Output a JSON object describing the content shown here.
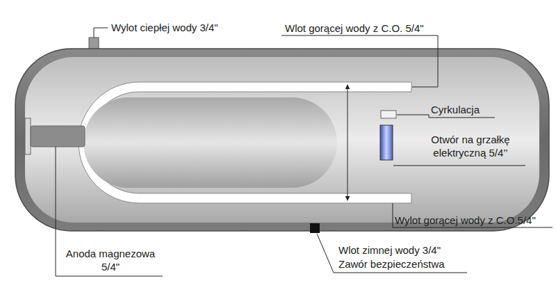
{
  "diagram": {
    "labels": [
      "Wylot ciepłej wody 3/4\"",
      "Wlot gorącej wody z C.O. 5/4\"",
      "Cyrkulacja",
      "Otwór na grzałkę elektryczną 5/4’’",
      "Wylot gorącej wody z C.O.5/4\"",
      "Wlot zimnej wody 3/4\"",
      "Zawór bezpieczeństwa",
      "Anoda magnezowa 5/4\""
    ]
  }
}
